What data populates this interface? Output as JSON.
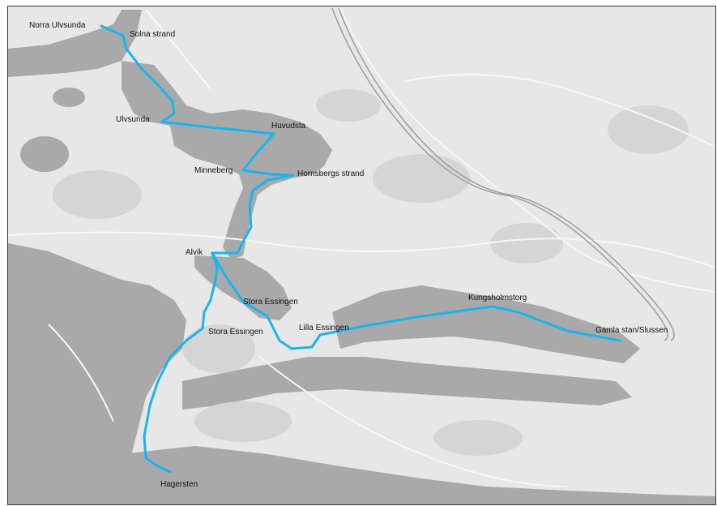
{
  "map": {
    "colors": {
      "water": "#a9a9a9",
      "land": "#e7e7e7",
      "park": "#d6d6d6",
      "route": "#19b4ef"
    },
    "stops": [
      {
        "id": "norra-ulvsunda",
        "name": "Norra Ulvsunda"
      },
      {
        "id": "solna-strand",
        "name": "Solna strand"
      },
      {
        "id": "ulvsunda",
        "name": "Ulvsunda"
      },
      {
        "id": "huvudsta",
        "name": "Huvudsta"
      },
      {
        "id": "minneberg",
        "name": "Minneberg"
      },
      {
        "id": "hornsbergs-strand",
        "name": "Hornsbergs strand"
      },
      {
        "id": "alvik",
        "name": "Alvik"
      },
      {
        "id": "stora-essingen-east",
        "name": "Stora Essingen"
      },
      {
        "id": "stora-essingen-west",
        "name": "Stora Essingen"
      },
      {
        "id": "lilla-essingen",
        "name": "Lilla Essingen"
      },
      {
        "id": "kungsholmstorg",
        "name": "Kungsholmstorg"
      },
      {
        "id": "gamla-stan-slussen",
        "name": "Gamla stan/Slussen"
      },
      {
        "id": "hagersten",
        "name": "Hagersten"
      }
    ]
  }
}
